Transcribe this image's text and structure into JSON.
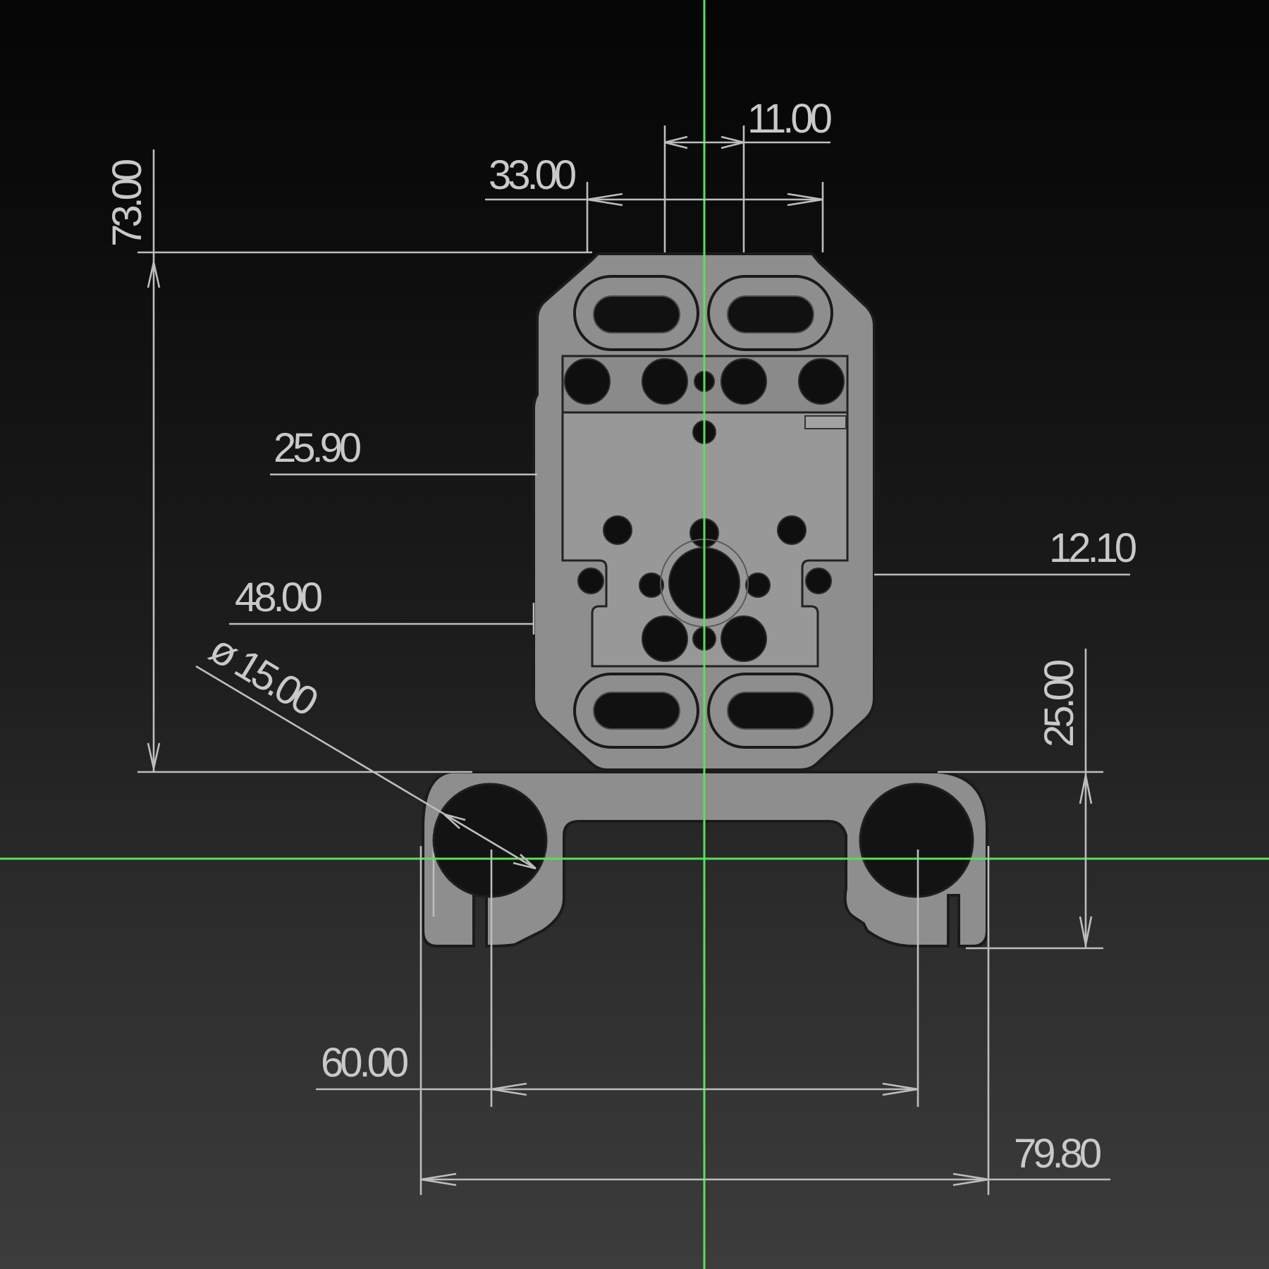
{
  "dimensions": {
    "top_width": "33.00",
    "slot_spacing": "11.00",
    "height": "73.00",
    "left_offset": "25.90",
    "right_offset": "12.10",
    "mid_offset": "48.00",
    "rod_diameter": "ø 15.00",
    "clamp_height": "25.00",
    "rod_spacing": "60.00",
    "clamp_width": "79.80"
  },
  "colors": {
    "background_top": "#050505",
    "background_bottom": "#3c3c3c",
    "axis_lines": "#58e05a",
    "part_fill": "#8e8e8e",
    "dimension_lines": "#bdbdbd"
  }
}
